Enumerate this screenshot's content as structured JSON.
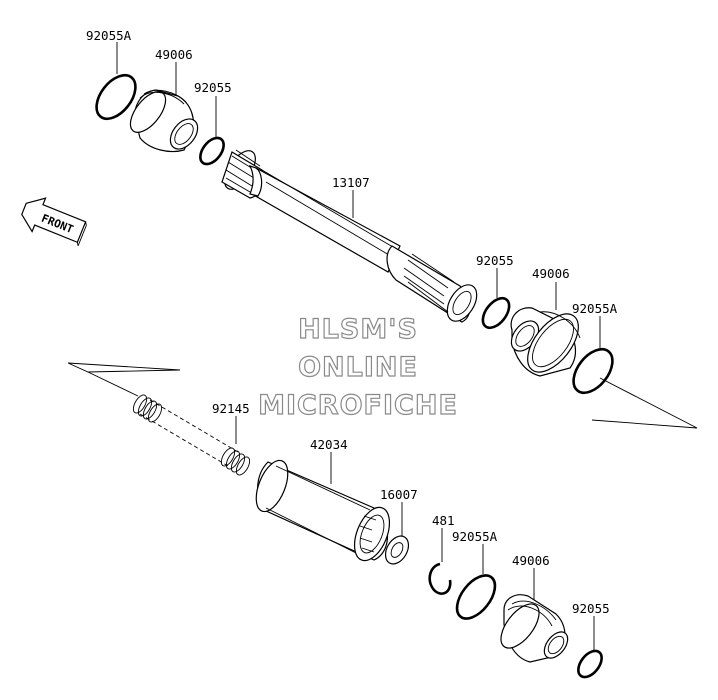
{
  "diagram": {
    "direction_label": "FRONT",
    "watermark": [
      "HLSM'S",
      "ONLINE",
      "MICROFICHE"
    ],
    "callouts": [
      {
        "id": "c1",
        "text": "92055A"
      },
      {
        "id": "c2",
        "text": "49006"
      },
      {
        "id": "c3",
        "text": "92055"
      },
      {
        "id": "c4",
        "text": "13107"
      },
      {
        "id": "c5",
        "text": "92055"
      },
      {
        "id": "c6",
        "text": "49006"
      },
      {
        "id": "c7",
        "text": "92055A"
      },
      {
        "id": "c8",
        "text": "92145"
      },
      {
        "id": "c9",
        "text": "42034"
      },
      {
        "id": "c10",
        "text": "16007"
      },
      {
        "id": "c11",
        "text": "481"
      },
      {
        "id": "c12",
        "text": "92055A"
      },
      {
        "id": "c13",
        "text": "49006"
      },
      {
        "id": "c14",
        "text": "92055"
      }
    ]
  }
}
